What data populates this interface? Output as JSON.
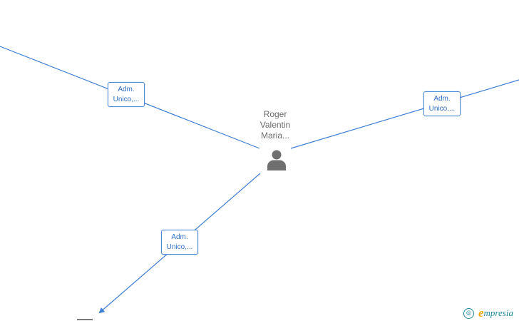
{
  "center_node": {
    "name_lines": [
      "Roger",
      "Valentin",
      "Maria..."
    ],
    "icon": "person-icon"
  },
  "roles": [
    {
      "id": "top-left",
      "lines": [
        "Adm.",
        "Unico,..."
      ]
    },
    {
      "id": "right",
      "lines": [
        "Adm.",
        "Unico,..."
      ]
    },
    {
      "id": "bottom-left",
      "lines": [
        "Adm.",
        "Unico,..."
      ]
    }
  ],
  "colors": {
    "edge": "#3d7fd4",
    "label_text": "#2f6fc4",
    "center_text": "#6b6b6b",
    "brand_teal": "#1f8a9b",
    "brand_orange": "#f0a500"
  },
  "watermark": {
    "symbol": "©",
    "brand_first": "e",
    "brand_rest": "mpresia"
  }
}
